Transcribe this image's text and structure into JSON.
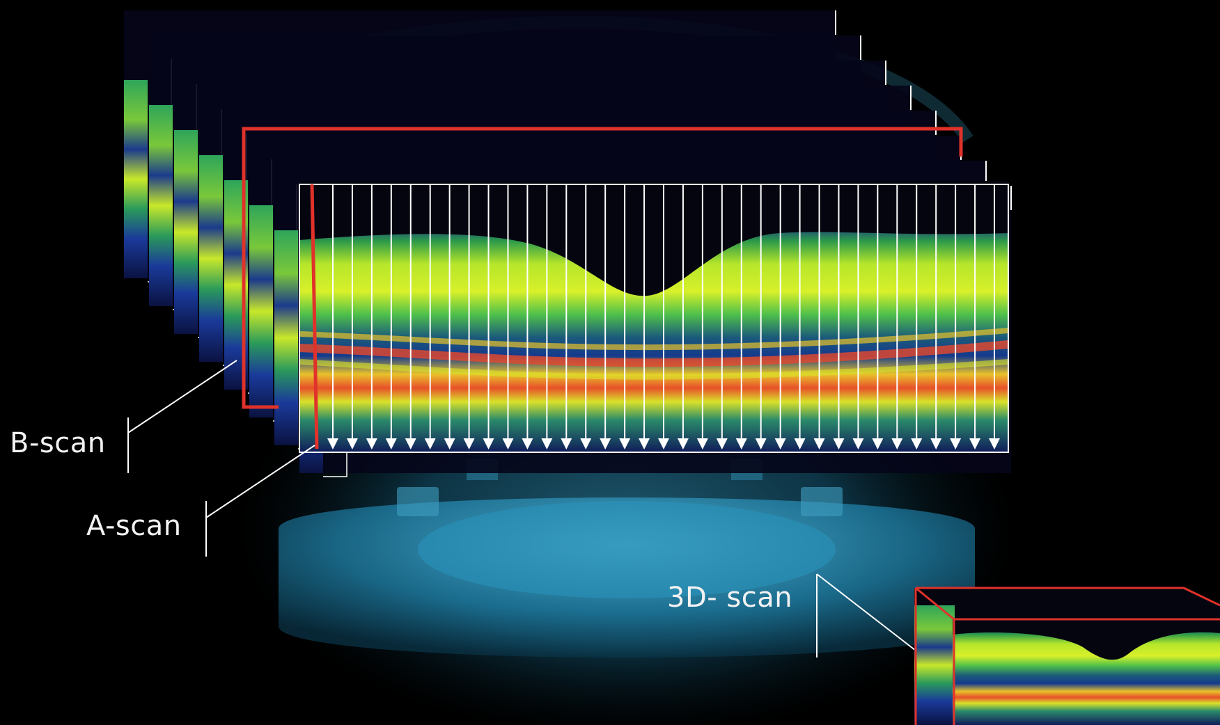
{
  "labels": {
    "b_scan": "B-scan",
    "a_scan": "A-scan",
    "scan_3d": "3D- scan"
  },
  "colors": {
    "background": "#000000",
    "device_glow": "#1f7fa6",
    "highlight_frame": "#e0322a",
    "scan_lines": "#ffffff"
  },
  "scan": {
    "a_scan_line_count": 35,
    "b_scan_stack_frames": 8
  }
}
